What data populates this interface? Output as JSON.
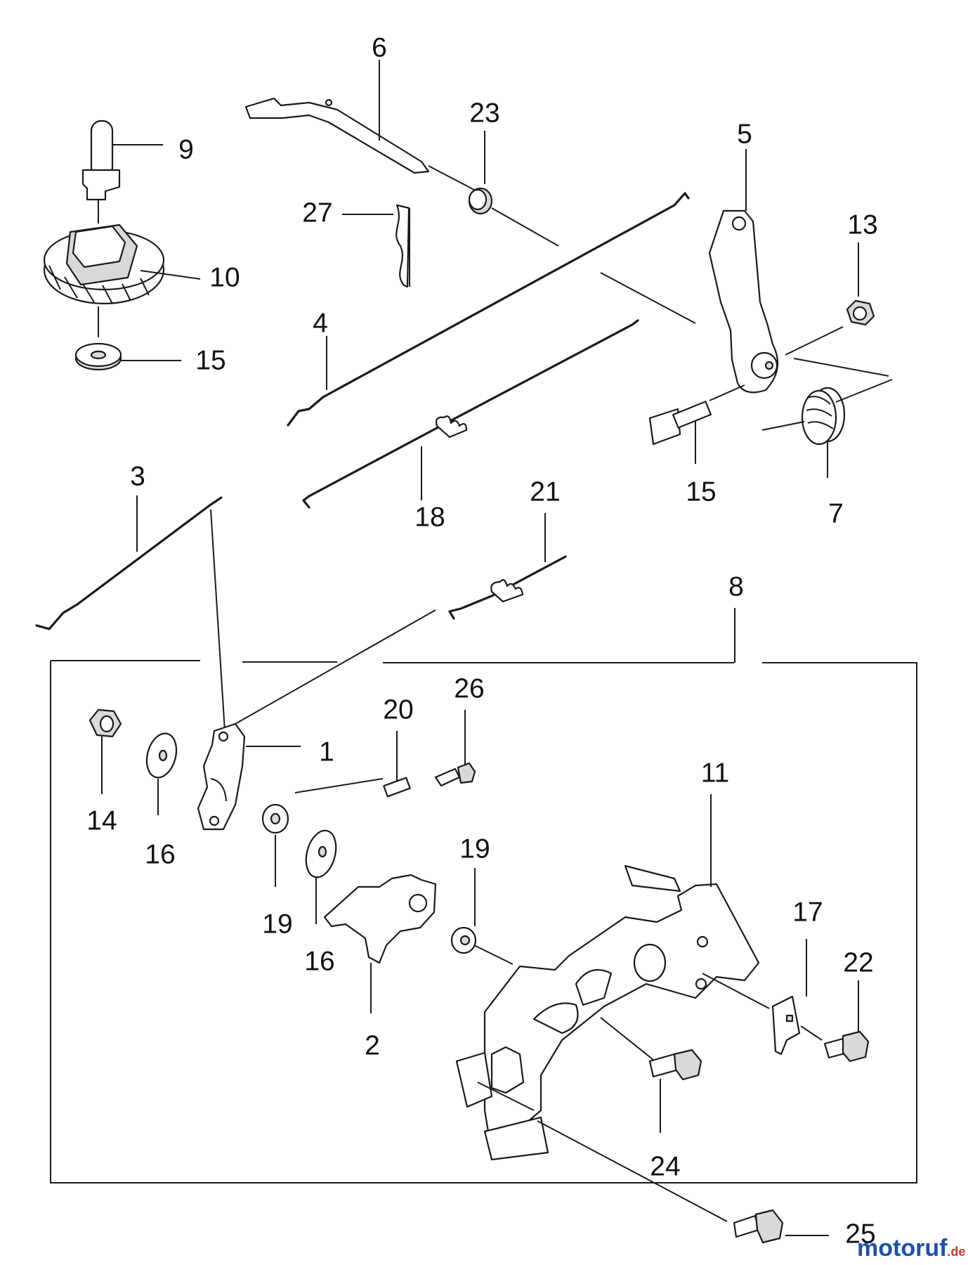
{
  "labels": {
    "p1": "1",
    "p2": "2",
    "p3": "3",
    "p4": "4",
    "p5": "5",
    "p6": "6",
    "p7": "7",
    "p8": "8",
    "p9": "9",
    "p10": "10",
    "p11": "11",
    "p13": "13",
    "p14": "14",
    "p15a": "15",
    "p15b": "15",
    "p16a": "16",
    "p16b": "16",
    "p17": "17",
    "p18": "18",
    "p19a": "19",
    "p19b": "19",
    "p20": "20",
    "p21": "21",
    "p22": "22",
    "p23": "23",
    "p24": "24",
    "p25": "25",
    "p26": "26",
    "p27": "27"
  },
  "watermark": {
    "brand": "motoruf",
    "suffix": ".de"
  },
  "colors": {
    "ink": "#1a1a1a",
    "part_fill": "#ffffff",
    "shade": "#d9d9d9",
    "watermark_blue": "#1f4fa8",
    "watermark_red": "#c0392b"
  }
}
